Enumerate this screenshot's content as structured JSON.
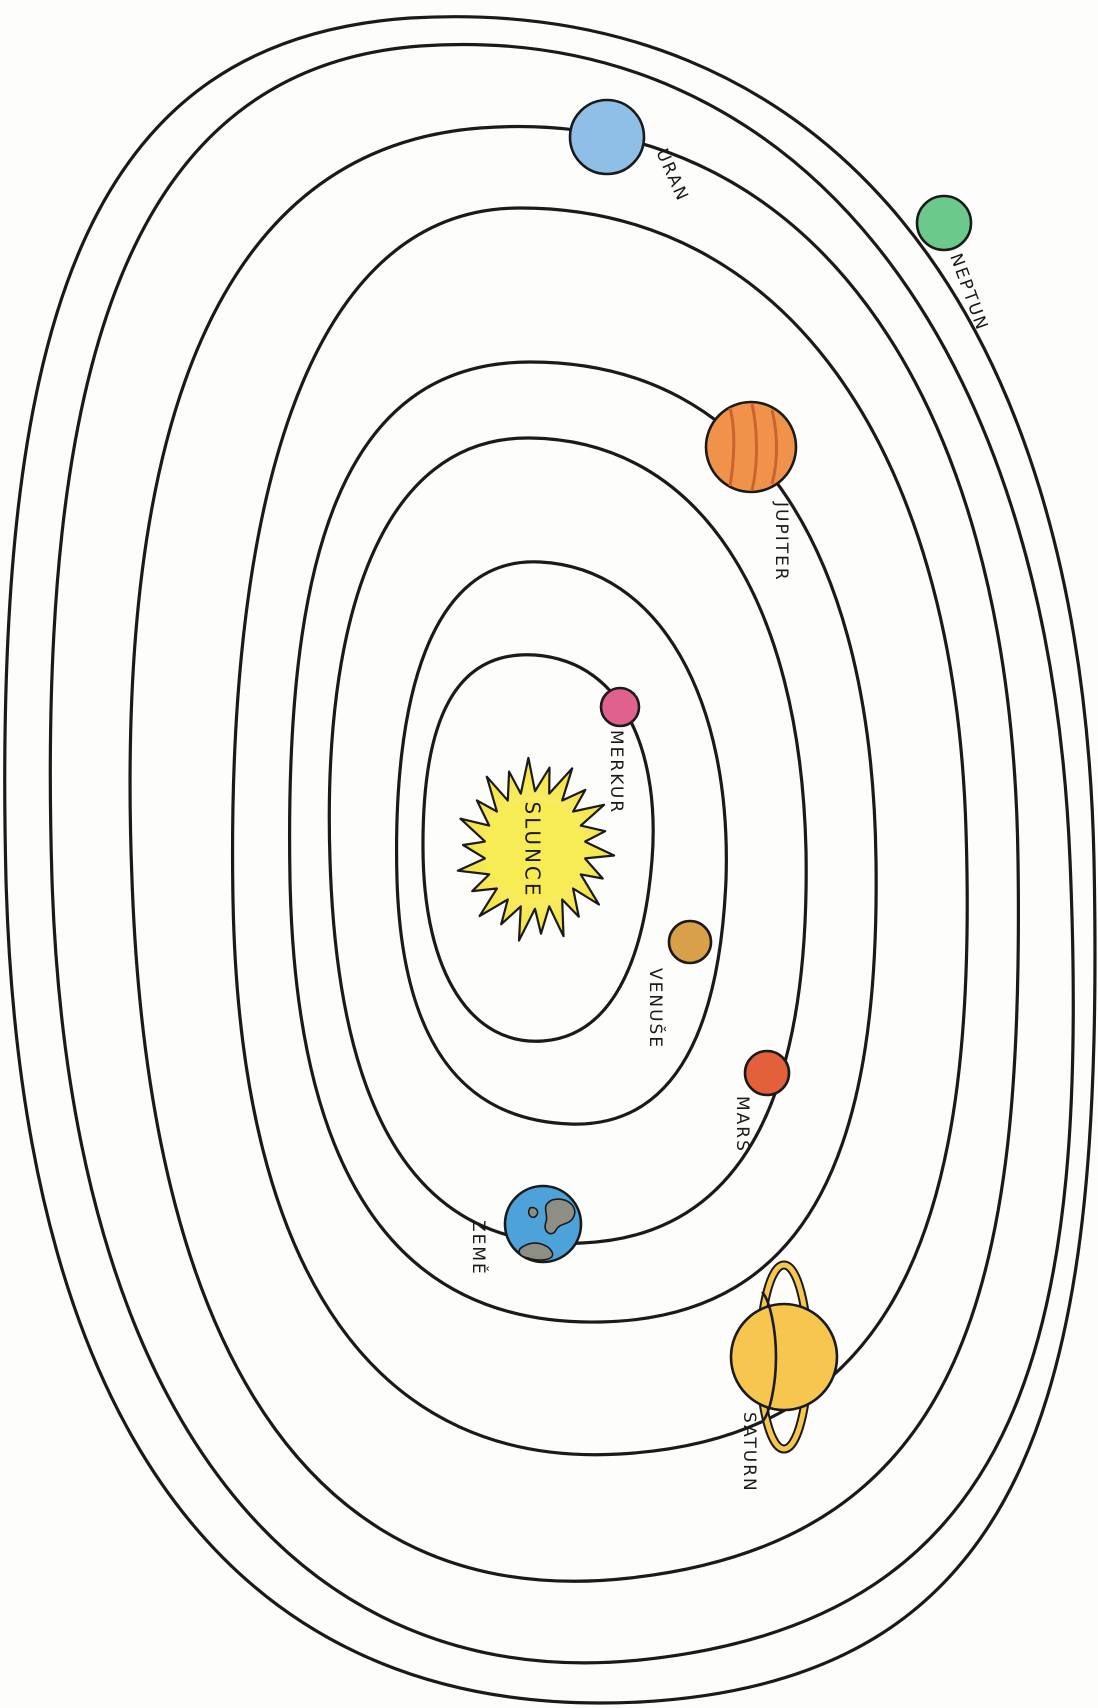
{
  "sun": {
    "label": "SLUNCE",
    "color": "#f8ec55"
  },
  "planets": [
    {
      "id": "merkur",
      "label": "MERKUR",
      "color": "#e0608e"
    },
    {
      "id": "venuse",
      "label": "VENUŠE",
      "color": "#d9a04a"
    },
    {
      "id": "zeme",
      "label": "ZEMĚ",
      "color": "#4ea2da",
      "land_color": "#8e8e84"
    },
    {
      "id": "mars",
      "label": "MARS",
      "color": "#e2603a"
    },
    {
      "id": "jupiter",
      "label": "JUPITER",
      "color": "#f0924a"
    },
    {
      "id": "saturn",
      "label": "SATURN",
      "color": "#f6c64e"
    },
    {
      "id": "uran",
      "label": "URAN",
      "color": "#8fbfe6"
    },
    {
      "id": "neptun",
      "label": "NEPTUN",
      "color": "#6cc98c"
    }
  ]
}
